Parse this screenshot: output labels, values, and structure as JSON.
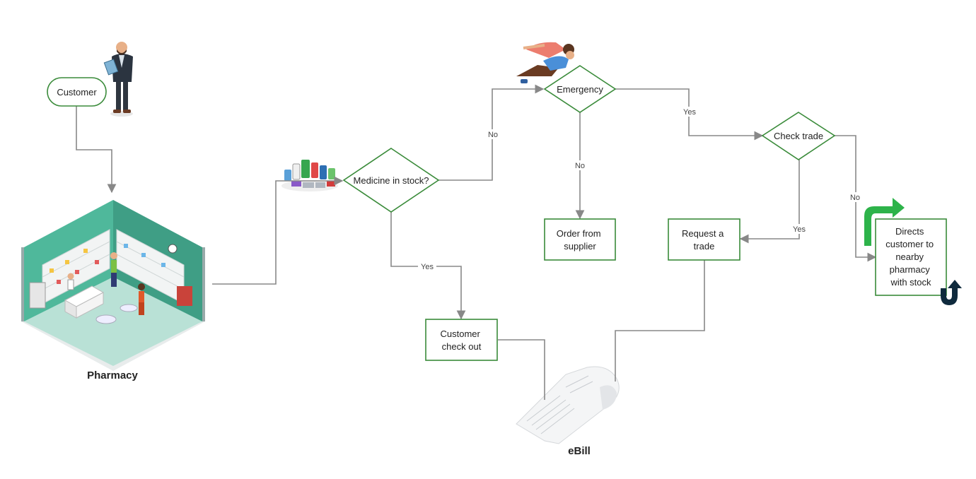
{
  "nodes": {
    "customer": "Customer",
    "medicine_in_stock": "Medicine in stock?",
    "emergency": "Emergency",
    "check_trade": "Check trade",
    "order_from_supplier": [
      "Order from",
      "supplier"
    ],
    "request_trade": [
      "Request a",
      "trade"
    ],
    "customer_check_out": [
      "Customer",
      "check out"
    ],
    "directs_customer": [
      "Directs",
      "customer to",
      "nearby",
      "pharmacy",
      "with stock"
    ]
  },
  "edge_labels": {
    "stock_no": "No",
    "stock_yes": "Yes",
    "emergency_yes": "Yes",
    "emergency_no": "No",
    "trade_yes": "Yes",
    "trade_no": "No"
  },
  "captions": {
    "pharmacy": "Pharmacy",
    "ebill": "eBill"
  },
  "colors": {
    "node_border": "#3a8b3a",
    "connector": "#888888",
    "arrow_green": "#2db34a",
    "arrow_navy": "#0f2a3d"
  }
}
